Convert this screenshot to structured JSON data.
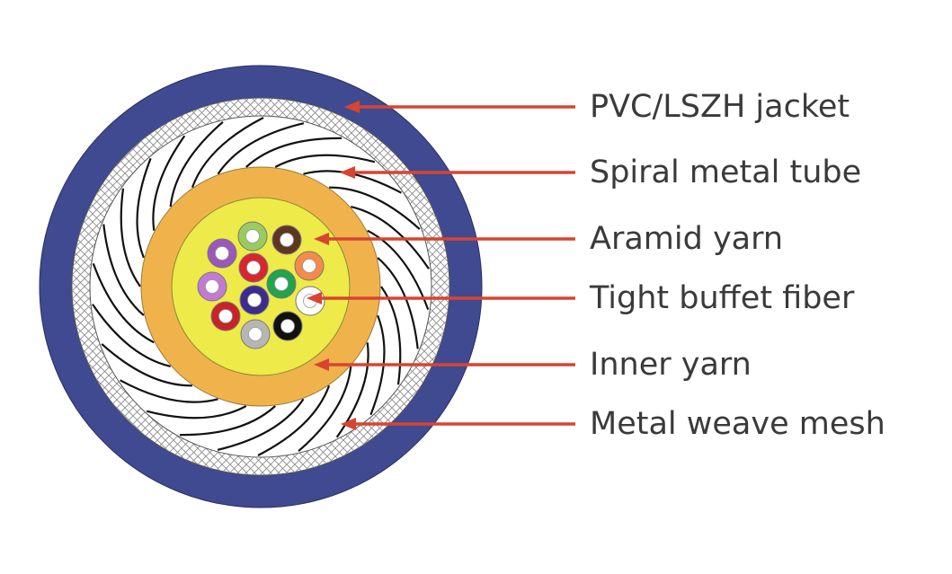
{
  "labels": {
    "jacket": "PVC/LSZH jacket",
    "spiral_tube": "Spiral metal tube",
    "aramid": "Aramid yarn",
    "fiber": "Tight buffet fiber",
    "inner_yarn": "Inner yarn",
    "mesh": "Metal weave mesh"
  },
  "colors": {
    "jacket": "#3f4a91",
    "aramid": "#f0b34c",
    "inner_yarn": "#edea49",
    "arrow": "#d84431",
    "spiral_line": "#111111",
    "mesh_line": "#8c8c8c"
  },
  "fibers": [
    {
      "name": "purple",
      "color": "#9a58bc"
    },
    {
      "name": "light-green",
      "color": "#9acb5e"
    },
    {
      "name": "brown",
      "color": "#5e3623"
    },
    {
      "name": "red",
      "color": "#d8262f"
    },
    {
      "name": "orange",
      "color": "#f58b4a"
    },
    {
      "name": "lavender",
      "color": "#c37ad2"
    },
    {
      "name": "green",
      "color": "#22a34e"
    },
    {
      "name": "navy",
      "color": "#3d2c8f"
    },
    {
      "name": "white",
      "color": "#ffffff"
    },
    {
      "name": "red-2",
      "color": "#c8232a"
    },
    {
      "name": "black",
      "color": "#111111"
    },
    {
      "name": "gray",
      "color": "#b6b6b6"
    }
  ]
}
